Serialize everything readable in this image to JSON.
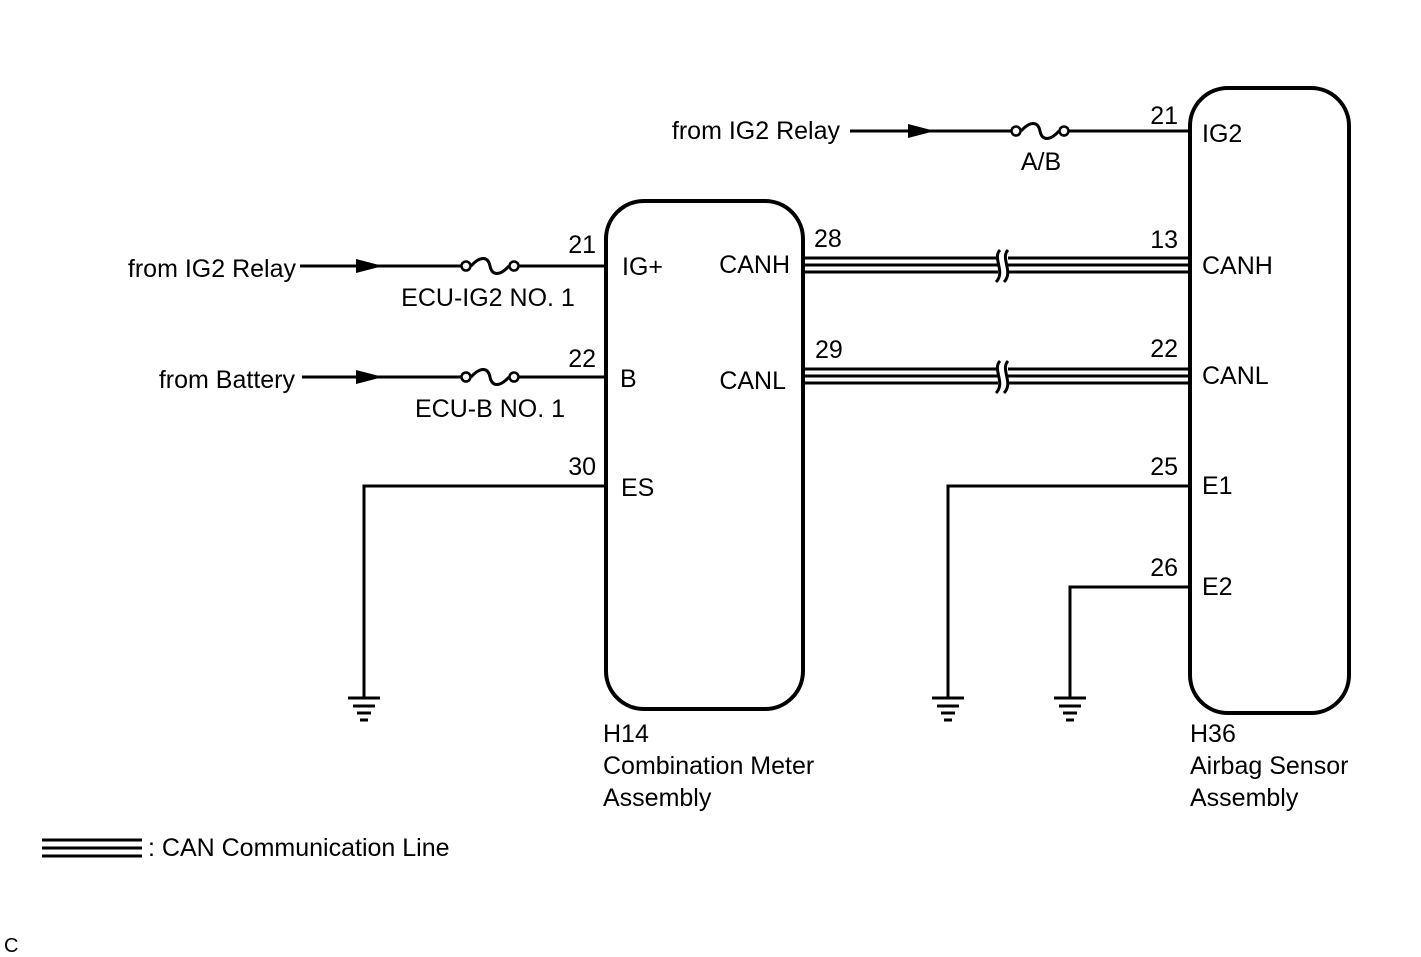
{
  "sources": {
    "ig2_relay_top": "from IG2 Relay",
    "ig2_relay_left": "from IG2 Relay",
    "battery": "from Battery"
  },
  "fuses": {
    "ab": "A/B",
    "ecu_ig2": "ECU-IG2 NO. 1",
    "ecu_b": "ECU-B NO. 1"
  },
  "meter": {
    "code": "H14",
    "name_line1": "Combination Meter",
    "name_line2": "Assembly",
    "pins": [
      {
        "num": "21",
        "label": "IG+"
      },
      {
        "num": "22",
        "label": "B"
      },
      {
        "num": "30",
        "label": "ES"
      },
      {
        "num": "28",
        "label": "CANH"
      },
      {
        "num": "29",
        "label": "CANL"
      }
    ]
  },
  "airbag": {
    "code": "H36",
    "name_line1": "Airbag Sensor",
    "name_line2": "Assembly",
    "pins": [
      {
        "num": "21",
        "label": "IG2"
      },
      {
        "num": "13",
        "label": "CANH"
      },
      {
        "num": "22",
        "label": "CANL"
      },
      {
        "num": "25",
        "label": "E1"
      },
      {
        "num": "26",
        "label": "E2"
      }
    ]
  },
  "legend": {
    "text": ": CAN Communication Line"
  },
  "corner_mark": "C"
}
